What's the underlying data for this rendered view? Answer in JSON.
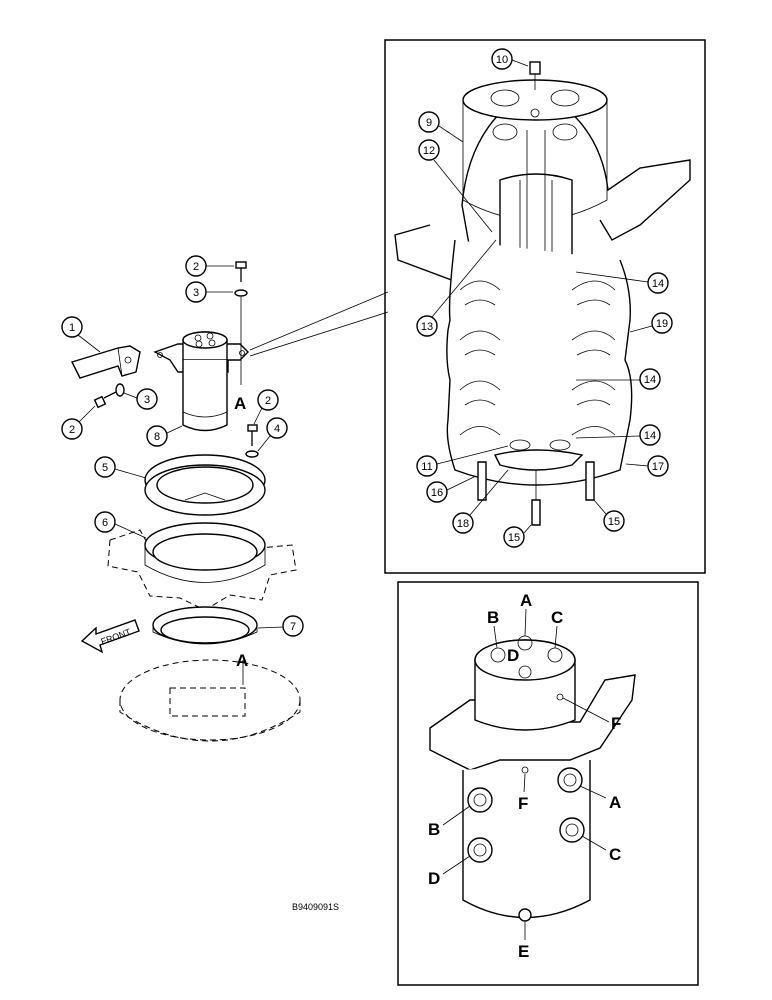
{
  "drawing_code": "B9409091S",
  "front_label": "FRONT",
  "callouts": {
    "c1": "1",
    "c2a": "2",
    "c3a": "3",
    "c2b": "2",
    "c3b": "3",
    "c2c": "2",
    "c4": "4",
    "c5": "5",
    "c6": "6",
    "c7": "7",
    "c8": "8",
    "c9": "9",
    "c10": "10",
    "c11": "11",
    "c12": "12",
    "c13": "13",
    "c14a": "14",
    "c14b": "14",
    "c14c": "14",
    "c15a": "15",
    "c15b": "15",
    "c16": "16",
    "c17": "17",
    "c18": "18",
    "c19": "19"
  },
  "reference_letters": {
    "mount_a": "A",
    "turntable_a": "A"
  },
  "port_labels": {
    "top_a": "A",
    "top_b": "B",
    "top_c": "C",
    "top_d": "D",
    "top_f": "F",
    "side_f": "F",
    "side_a": "A",
    "side_b": "B",
    "side_c": "C",
    "side_d": "D",
    "bottom_e": "E"
  }
}
